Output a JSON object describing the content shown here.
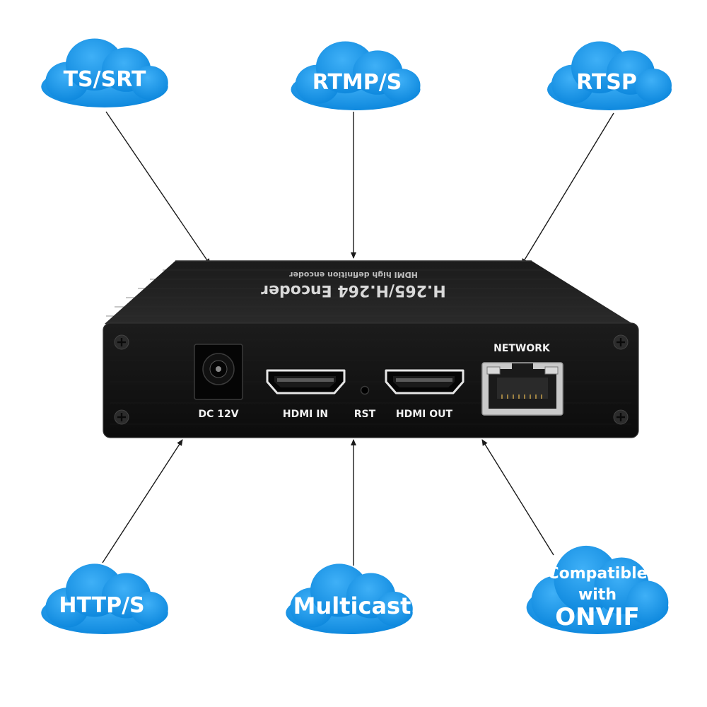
{
  "protocols": {
    "ts_srt": "TS/SRT",
    "rtmp_s": "RTMP/S",
    "rtsp": "RTSP",
    "http_s": "HTTP/S",
    "multicast": "Multicast",
    "onvif_line1": "Compatible",
    "onvif_line2": "with",
    "onvif_line3": "ONVIF"
  },
  "device": {
    "top_title": "H.265/H.264 Encoder",
    "top_subtitle": "HDMI high definition encoder",
    "ports": {
      "dc": "DC 12V",
      "hdmi_in": "HDMI IN",
      "rst": "RST",
      "hdmi_out": "HDMI OUT",
      "network": "NETWORK"
    }
  },
  "colors": {
    "cloud": "#0f8fe6",
    "cloud_light": "#34a8f5",
    "device_body": "#151515",
    "arrow": "#1a1a1a"
  }
}
